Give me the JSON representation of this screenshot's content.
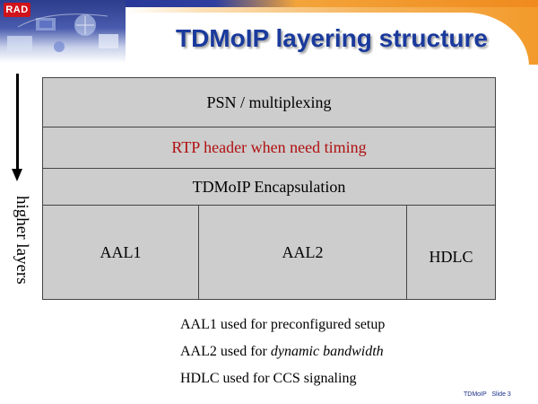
{
  "header": {
    "logo_text": "RAD",
    "title": "TDMoIP layering structure",
    "colors": {
      "title": "#1a3a9c",
      "logo": "#d0121b",
      "accent_orange": "#f29a2a",
      "accent_blue": "#2d3c8c"
    }
  },
  "side": {
    "arrow_icon": "down-arrow",
    "label": "higher layers"
  },
  "layers": {
    "psn": "PSN / multiplexing",
    "rtp": "RTP header when need timing",
    "tdmoip": "TDMoIP Encapsulation",
    "bottom": [
      "AAL1",
      "AAL2",
      "HDLC"
    ],
    "colors": {
      "fill": "#cdcdcd",
      "rtp_text": "#b01010"
    }
  },
  "notes": {
    "aal1": "AAL1 used for preconfigured setup",
    "aal2_prefix": "AAL2 used for ",
    "aal2_emphasis": "dynamic bandwidth",
    "hdlc": "HDLC used for CCS signaling"
  },
  "footer": {
    "deck": "TDMoIP",
    "slide": "Slide 3"
  }
}
